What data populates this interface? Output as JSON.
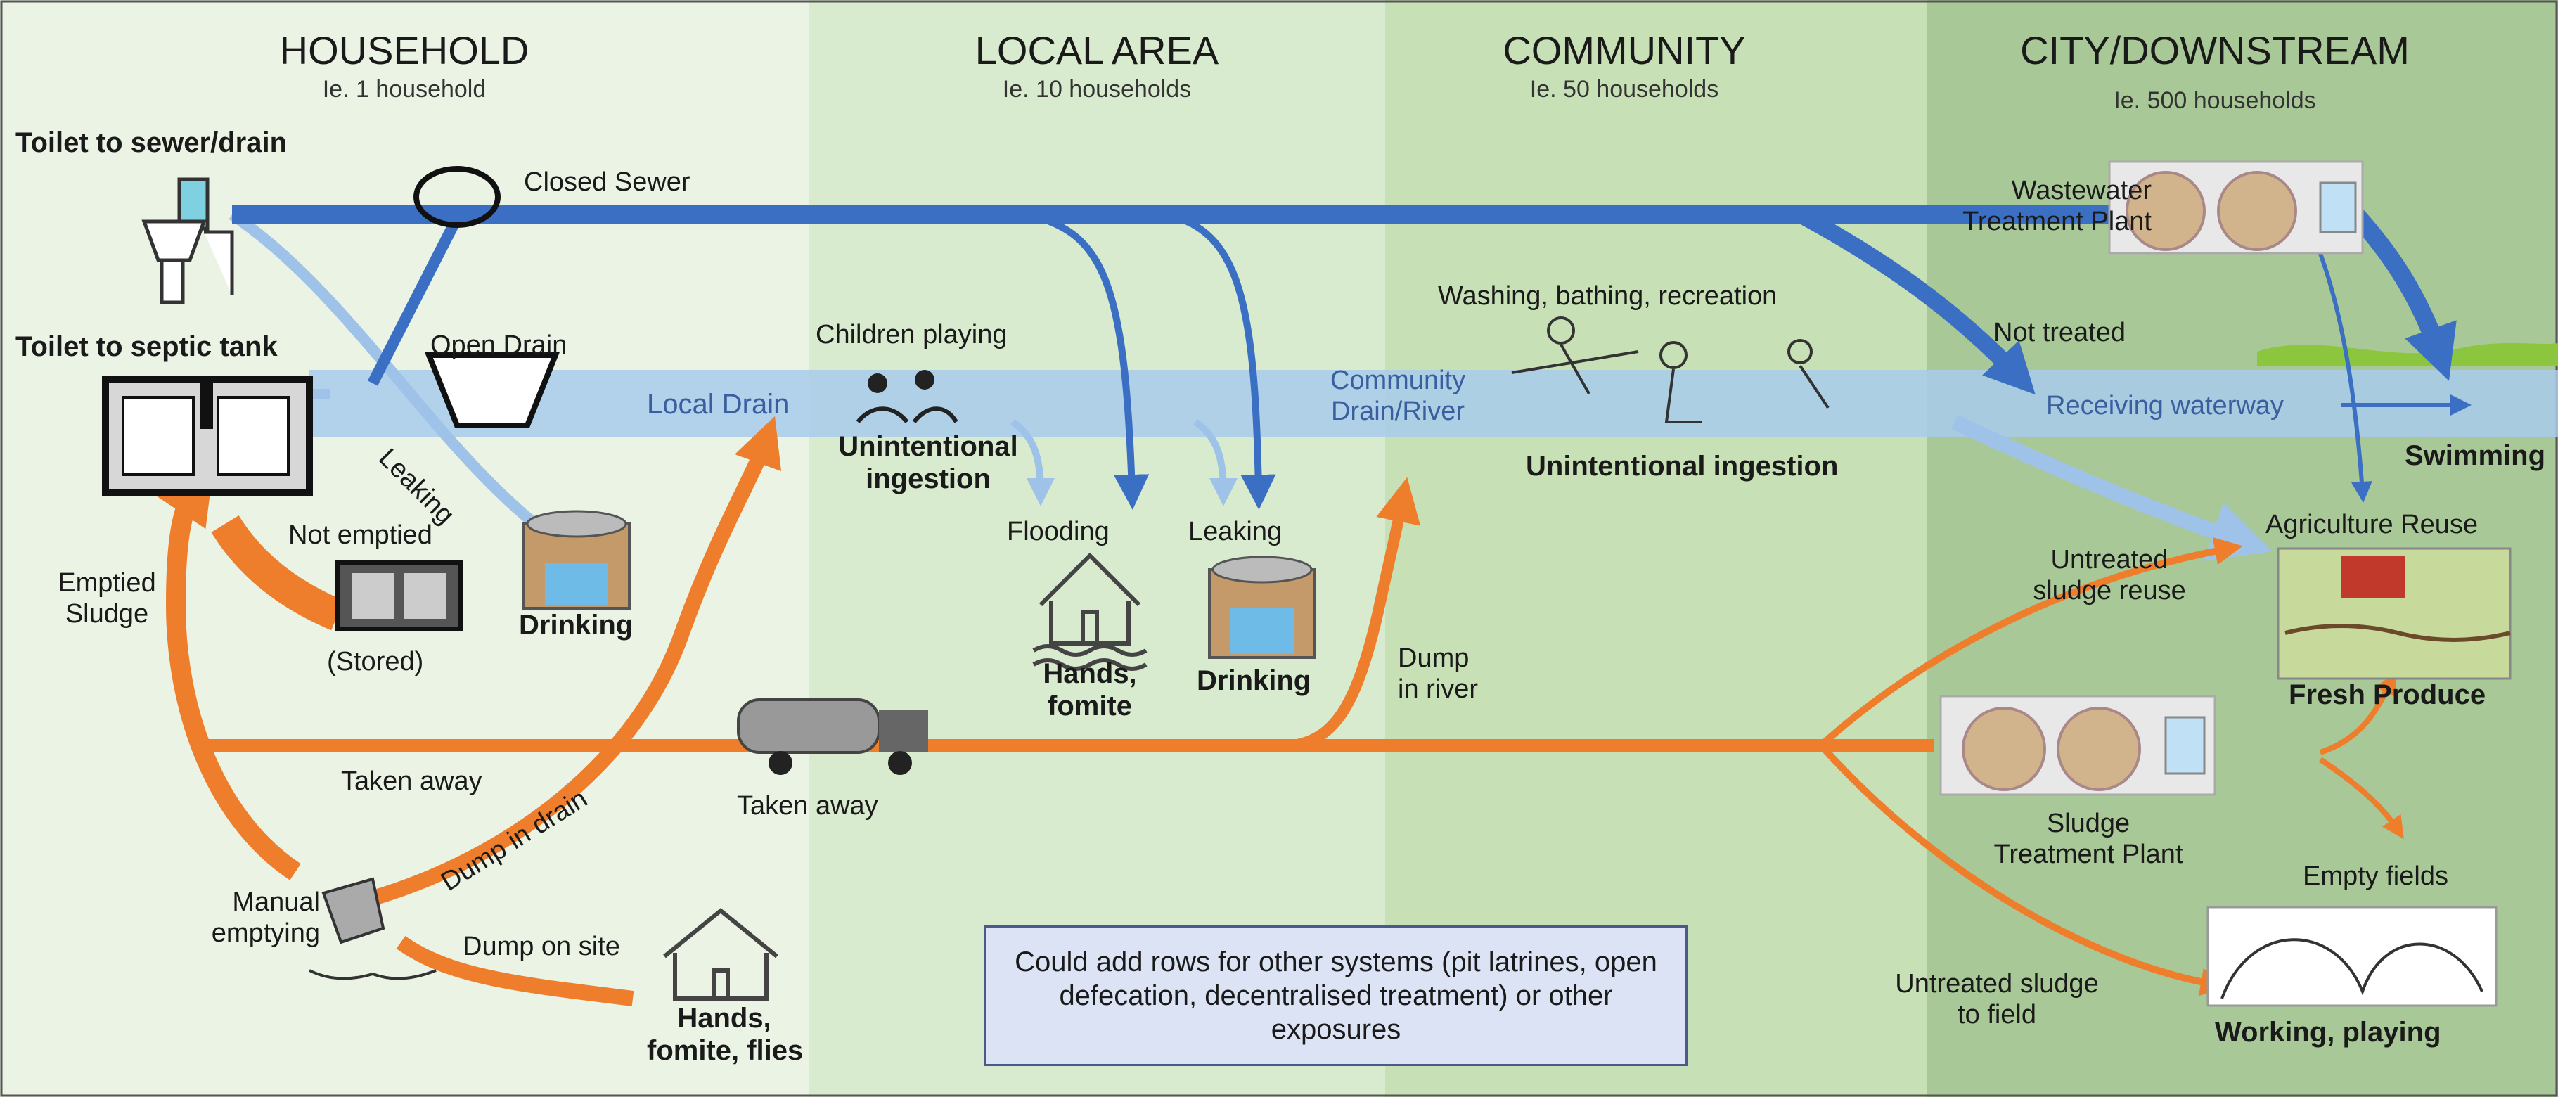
{
  "zones": [
    {
      "title": "HOUSEHOLD",
      "subtitle": "Ie. 1 household",
      "bg": "#eaf3e4"
    },
    {
      "title": "LOCAL AREA",
      "subtitle": "Ie. 10 households",
      "bg": "#d9ebcf"
    },
    {
      "title": "COMMUNITY",
      "subtitle": "Ie. 50 households",
      "bg": "#c7e0b6"
    },
    {
      "title": "CITY/DOWNSTREAM",
      "subtitle": "Ie. 500 households",
      "bg": "#a9c897"
    }
  ],
  "colors": {
    "sewer_blue": "#3a6fc4",
    "drain_light": "#9fc3e8",
    "sludge_orange": "#ee7d2c",
    "note_bg": "#dce3f5"
  },
  "labels": {
    "toilet_sewer": "Toilet to sewer/drain",
    "toilet_septic": "Toilet to septic tank",
    "closed_sewer": "Closed Sewer",
    "open_drain": "Open Drain",
    "local_drain": "Local Drain",
    "leaking_household": "Leaking",
    "not_emptied": "Not emptied",
    "stored": "(Stored)",
    "drinking_household": "Drinking",
    "emptied_sludge": "Emptied\nSludge",
    "taken_away_household": "Taken away",
    "manual_emptying": "Manual\nemptying",
    "dump_in_drain": "Dump in drain",
    "dump_on_site": "Dump on site",
    "hands_fomite_flies": "Hands,\nfomite, flies",
    "children_playing": "Children playing",
    "unintentional_ingestion_local": "Unintentional\ningestion",
    "flooding": "Flooding",
    "leaking_local": "Leaking",
    "hands_fomite": "Hands,\nfomite",
    "drinking_local": "Drinking",
    "taken_away_local": "Taken away",
    "community_drain": "Community\nDrain/River",
    "washing": "Washing, bathing, recreation",
    "unintentional_ingestion_community": "Unintentional ingestion",
    "dump_in_river": "Dump\nin river",
    "wastewater_plant": "Wastewater\nTreatment Plant",
    "not_treated": "Not treated",
    "receiving_waterway": "Receiving waterway",
    "swimming": "Swimming",
    "agriculture_reuse": "Agriculture Reuse",
    "untreated_sludge_reuse": "Untreated\nsludge reuse",
    "fresh_produce": "Fresh Produce",
    "sludge_plant": "Sludge\nTreatment Plant",
    "empty_fields": "Empty fields",
    "untreated_sludge_field": "Untreated sludge\nto field",
    "working_playing": "Working, playing"
  },
  "note": "Could add rows for other systems (pit latrines, open defecation, decentralised treatment) or other exposures",
  "icons": [
    "toilet-icon",
    "septic-tank-icon",
    "manhole-icon",
    "open-drain-icon",
    "well-icon",
    "children-swimming-icon",
    "house-flood-icon",
    "truck-icon",
    "bucket-pour-icon",
    "house-icon",
    "washing-people-icon",
    "treatment-plant-icon",
    "farm-icon",
    "field-icon",
    "river-icon"
  ]
}
